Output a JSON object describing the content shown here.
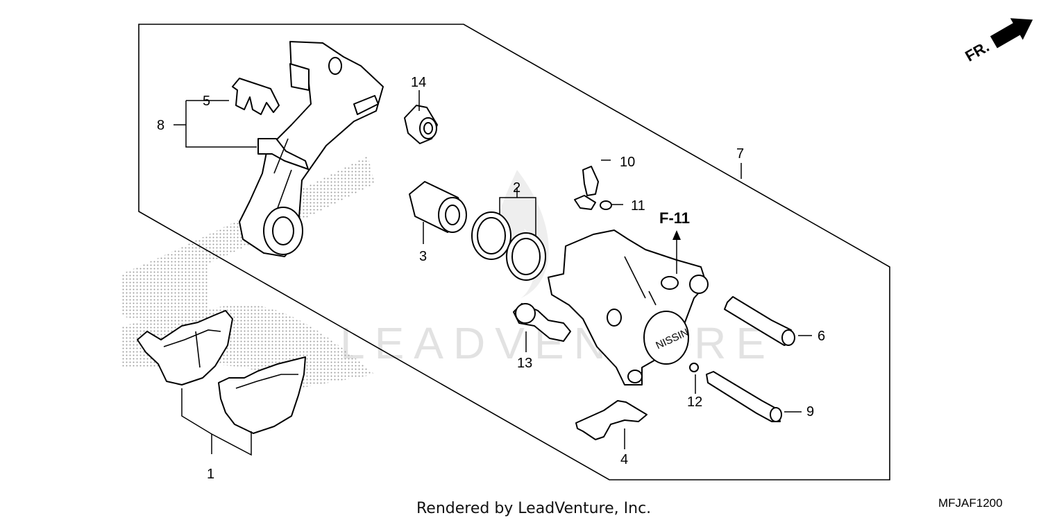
{
  "watermark": "LEADVENTURE",
  "orientation": "FR.",
  "reference": "F-11",
  "footer": "Rendered by LeadVenture, Inc.",
  "diagram_code": "MFJAF1200",
  "callouts": {
    "c1": "1",
    "c2": "2",
    "c3": "3",
    "c4": "4",
    "c5": "5",
    "c6": "6",
    "c7": "7",
    "c8": "8",
    "c9": "9",
    "c10": "10",
    "c11": "11",
    "c12": "12",
    "c13": "13",
    "c14": "14"
  },
  "colors": {
    "line": "#000000",
    "shading": "#999999",
    "watermark": "#e2e2e2",
    "background": "#ffffff"
  }
}
